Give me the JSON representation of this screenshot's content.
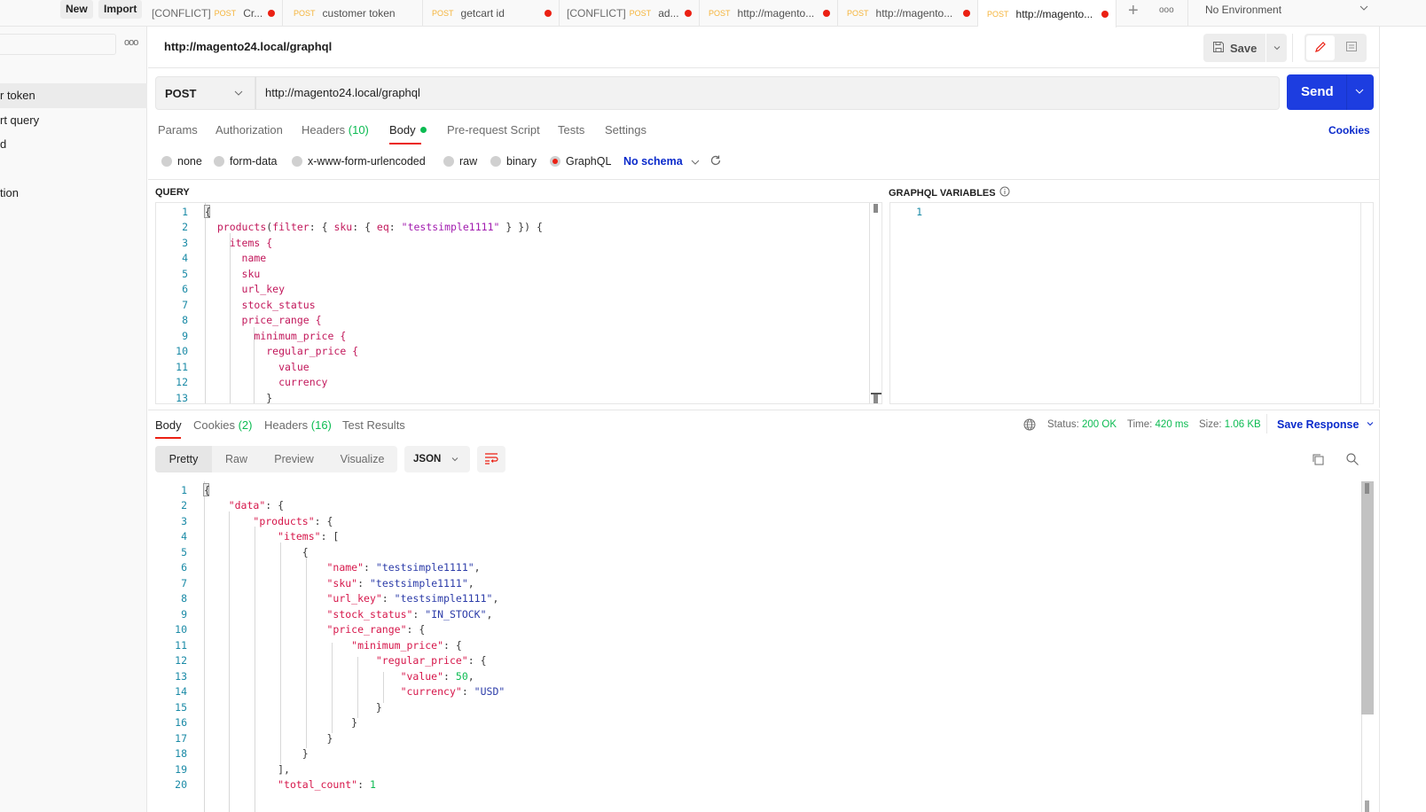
{
  "topbar": {
    "new_label": "New",
    "import_label": "Import",
    "tabs": [
      {
        "conflict": "[CONFLICT]",
        "method": "POST",
        "name": "Cr...",
        "unsaved": true
      },
      {
        "conflict": "",
        "method": "POST",
        "name": "customer token",
        "unsaved": false
      },
      {
        "conflict": "",
        "method": "POST",
        "name": "getcart id",
        "unsaved": true
      },
      {
        "conflict": "[CONFLICT]",
        "method": "POST",
        "name": "ad...",
        "unsaved": true
      },
      {
        "conflict": "",
        "method": "POST",
        "name": "http://magento...",
        "unsaved": true
      },
      {
        "conflict": "",
        "method": "POST",
        "name": "http://magento...",
        "unsaved": true
      },
      {
        "conflict": "",
        "method": "POST",
        "name": "http://magento...",
        "unsaved": true,
        "active": true
      }
    ],
    "add_tab_icon": "+",
    "more_icon": "ooo",
    "environment": "No Environment"
  },
  "sidebar": {
    "more_icon": "ooo",
    "items": [
      {
        "label": "r token",
        "selected": true
      },
      {
        "label": "rt query",
        "selected": false
      },
      {
        "label": "d",
        "selected": false
      },
      {
        "label": "tion",
        "selected": false
      }
    ]
  },
  "header": {
    "title": "http://magento24.local/graphql",
    "save_label": "Save"
  },
  "request": {
    "method": "POST",
    "url": "http://magento24.local/graphql",
    "send_label": "Send",
    "tabs": [
      {
        "label": "Params"
      },
      {
        "label": "Authorization"
      },
      {
        "label": "Headers",
        "count": "(10)"
      },
      {
        "label": "Body",
        "active": true
      },
      {
        "label": "Pre-request Script"
      },
      {
        "label": "Tests"
      },
      {
        "label": "Settings"
      }
    ],
    "cookies_label": "Cookies",
    "body_types": [
      "none",
      "form-data",
      "x-www-form-urlencoded",
      "raw",
      "binary",
      "GraphQL"
    ],
    "selected_body_type": "GraphQL",
    "schema_label": "No schema"
  },
  "query": {
    "label": "QUERY",
    "lines": [
      "{",
      "  products(filter: { sku: { eq: \"testsimple1111\" } }) {",
      "    items {",
      "      name",
      "      sku",
      "      url_key",
      "      stock_status",
      "      price_range {",
      "        minimum_price {",
      "          regular_price {",
      "            value",
      "            currency",
      "          }"
    ]
  },
  "variables": {
    "label": "GRAPHQL VARIABLES",
    "lines": [
      ""
    ]
  },
  "response": {
    "tabs": [
      {
        "label": "Body",
        "active": true
      },
      {
        "label": "Cookies",
        "count": "(2)"
      },
      {
        "label": "Headers",
        "count": "(16)"
      },
      {
        "label": "Test Results"
      }
    ],
    "status_label": "Status:",
    "status_value": "200 OK",
    "time_label": "Time:",
    "time_value": "420 ms",
    "size_label": "Size:",
    "size_value": "1.06 KB",
    "save_response_label": "Save Response",
    "views": [
      "Pretty",
      "Raw",
      "Preview",
      "Visualize"
    ],
    "active_view": "Pretty",
    "format": "JSON",
    "lines": [
      "{",
      "    \"data\": {",
      "        \"products\": {",
      "            \"items\": [",
      "                {",
      "                    \"name\": \"testsimple1111\",",
      "                    \"sku\": \"testsimple1111\",",
      "                    \"url_key\": \"testsimple1111\",",
      "                    \"stock_status\": \"IN_STOCK\",",
      "                    \"price_range\": {",
      "                        \"minimum_price\": {",
      "                            \"regular_price\": {",
      "                                \"value\": 50,",
      "                                \"currency\": \"USD\"",
      "                            }",
      "                        }",
      "                    }",
      "                }",
      "            ],",
      "            \"total_count\": 1"
    ]
  },
  "colors": {
    "accent_red": "#eb2013",
    "send_blue": "#1d3de0",
    "link_blue": "#0a2acb",
    "success_green": "#0cbb52",
    "method_orange": "#f5b43b"
  }
}
